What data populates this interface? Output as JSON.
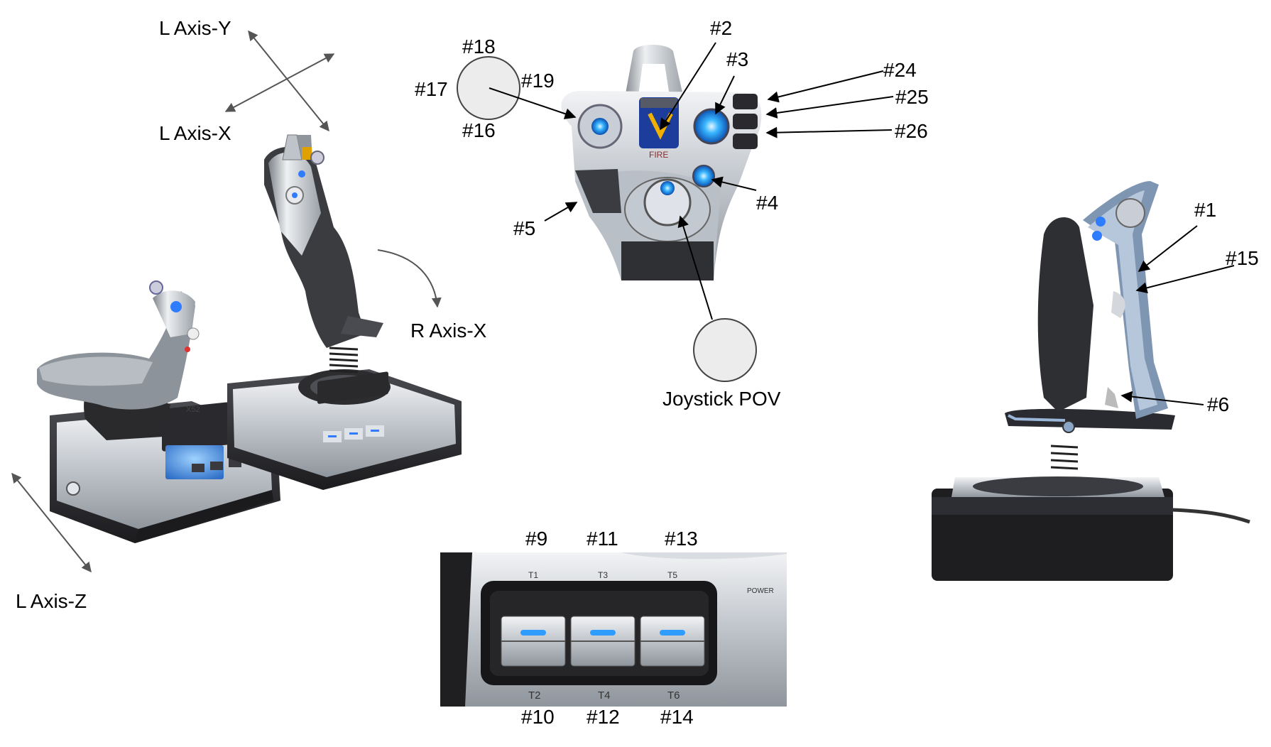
{
  "axes": {
    "l_axis_y": "L Axis-Y",
    "l_axis_x": "L Axis-X",
    "r_axis_x": "R Axis-X",
    "l_axis_z": "L Axis-Z",
    "joystick_pov": "Joystick POV"
  },
  "callouts": {
    "n1": "#1",
    "n2": "#2",
    "n3": "#3",
    "n4": "#4",
    "n5": "#5",
    "n6": "#6",
    "n9": "#9",
    "n10": "#10",
    "n11": "#11",
    "n12": "#12",
    "n13": "#13",
    "n14": "#14",
    "n15": "#15",
    "n16": "#16",
    "n17": "#17",
    "n18": "#18",
    "n19": "#19",
    "n24": "#24",
    "n25": "#25",
    "n26": "#26"
  },
  "panel_text": {
    "t1": "T1",
    "t2": "T2",
    "t3": "T3",
    "t4": "T4",
    "t5": "T5",
    "t6": "T6",
    "power": "POWER",
    "fire": "FIRE",
    "x52": "X52"
  },
  "colors": {
    "device_dark": "#2b2b2e",
    "device_silver": "#c9ccd1",
    "accent_blue": "#2f7cff",
    "callout_circle": "#ececec"
  }
}
